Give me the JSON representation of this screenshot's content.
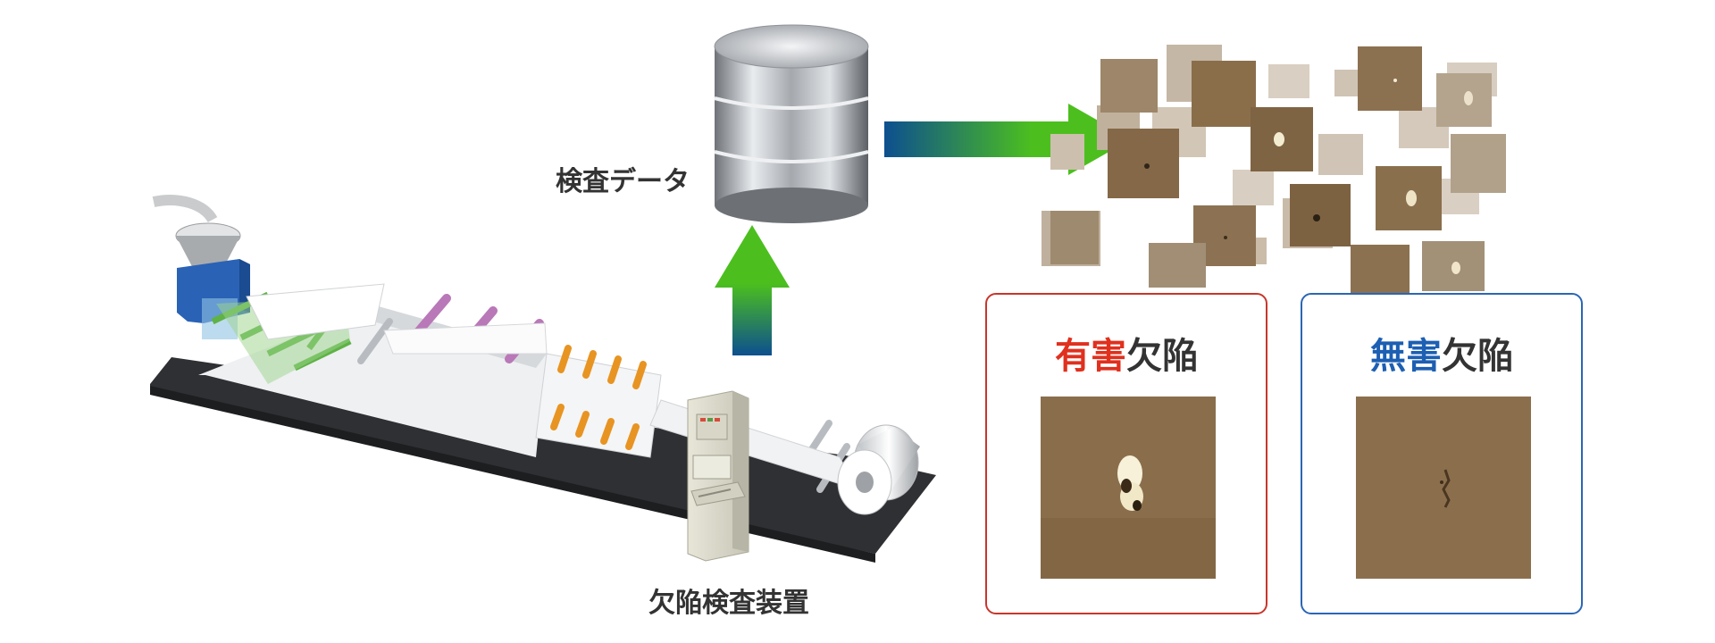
{
  "labels": {
    "inspection_data": "検査データ",
    "defect_inspection_device": "欠陥検査装置"
  },
  "cards": {
    "harmful": {
      "accent": "有害",
      "rest": "欠陥",
      "accent_color": "#e0301e",
      "border_color": "#c8362b"
    },
    "harmless": {
      "accent": "無害",
      "rest": "欠陥",
      "accent_color": "#1c5fb3",
      "border_color": "#2a66b5"
    }
  },
  "icons": [
    "database-cylinder-icon",
    "production-line-illustration",
    "inspection-device-icon",
    "arrow-up-icon",
    "arrow-right-icon",
    "defect-image-collage",
    "defect-sample-image"
  ],
  "colors": {
    "arrow_green": "#4cbf1e",
    "arrow_blue": "#0d4f8f",
    "sample_brown": "#8b6e4a"
  }
}
